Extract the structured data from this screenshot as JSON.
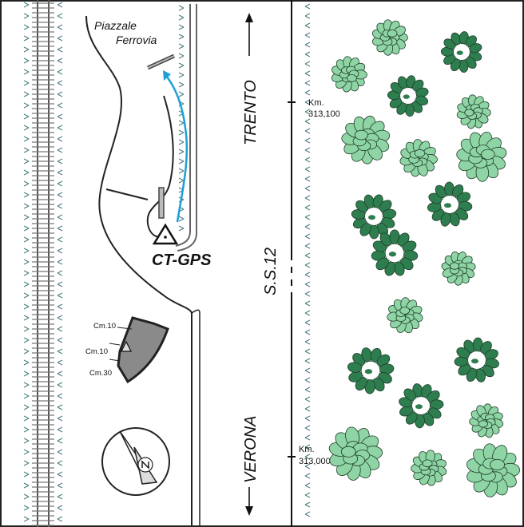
{
  "labels": {
    "area_line1": "Piazzale",
    "area_line2": "Ferrovia",
    "station": "CT-GPS",
    "road": "S.S.12",
    "north_dir": "TRENTO",
    "south_dir": "VERONA",
    "km_upper_label": "Km.",
    "km_upper_value": "313,100",
    "km_lower_label": "Km.",
    "km_lower_value": "313,000",
    "dim_top": "Cm.10",
    "dim_mid": "Cm.10",
    "dim_bottom": "Cm.30"
  },
  "colors": {
    "tree_dark": "#2e7d4f",
    "tree_light": "#8fd4a4",
    "grass": "#4f7f86",
    "path_arrow": "#1e9fd8",
    "slab": "#8a8a8a"
  },
  "icons": {
    "compass": "north-compass-icon",
    "benchmark": "triangle-marker-icon"
  }
}
